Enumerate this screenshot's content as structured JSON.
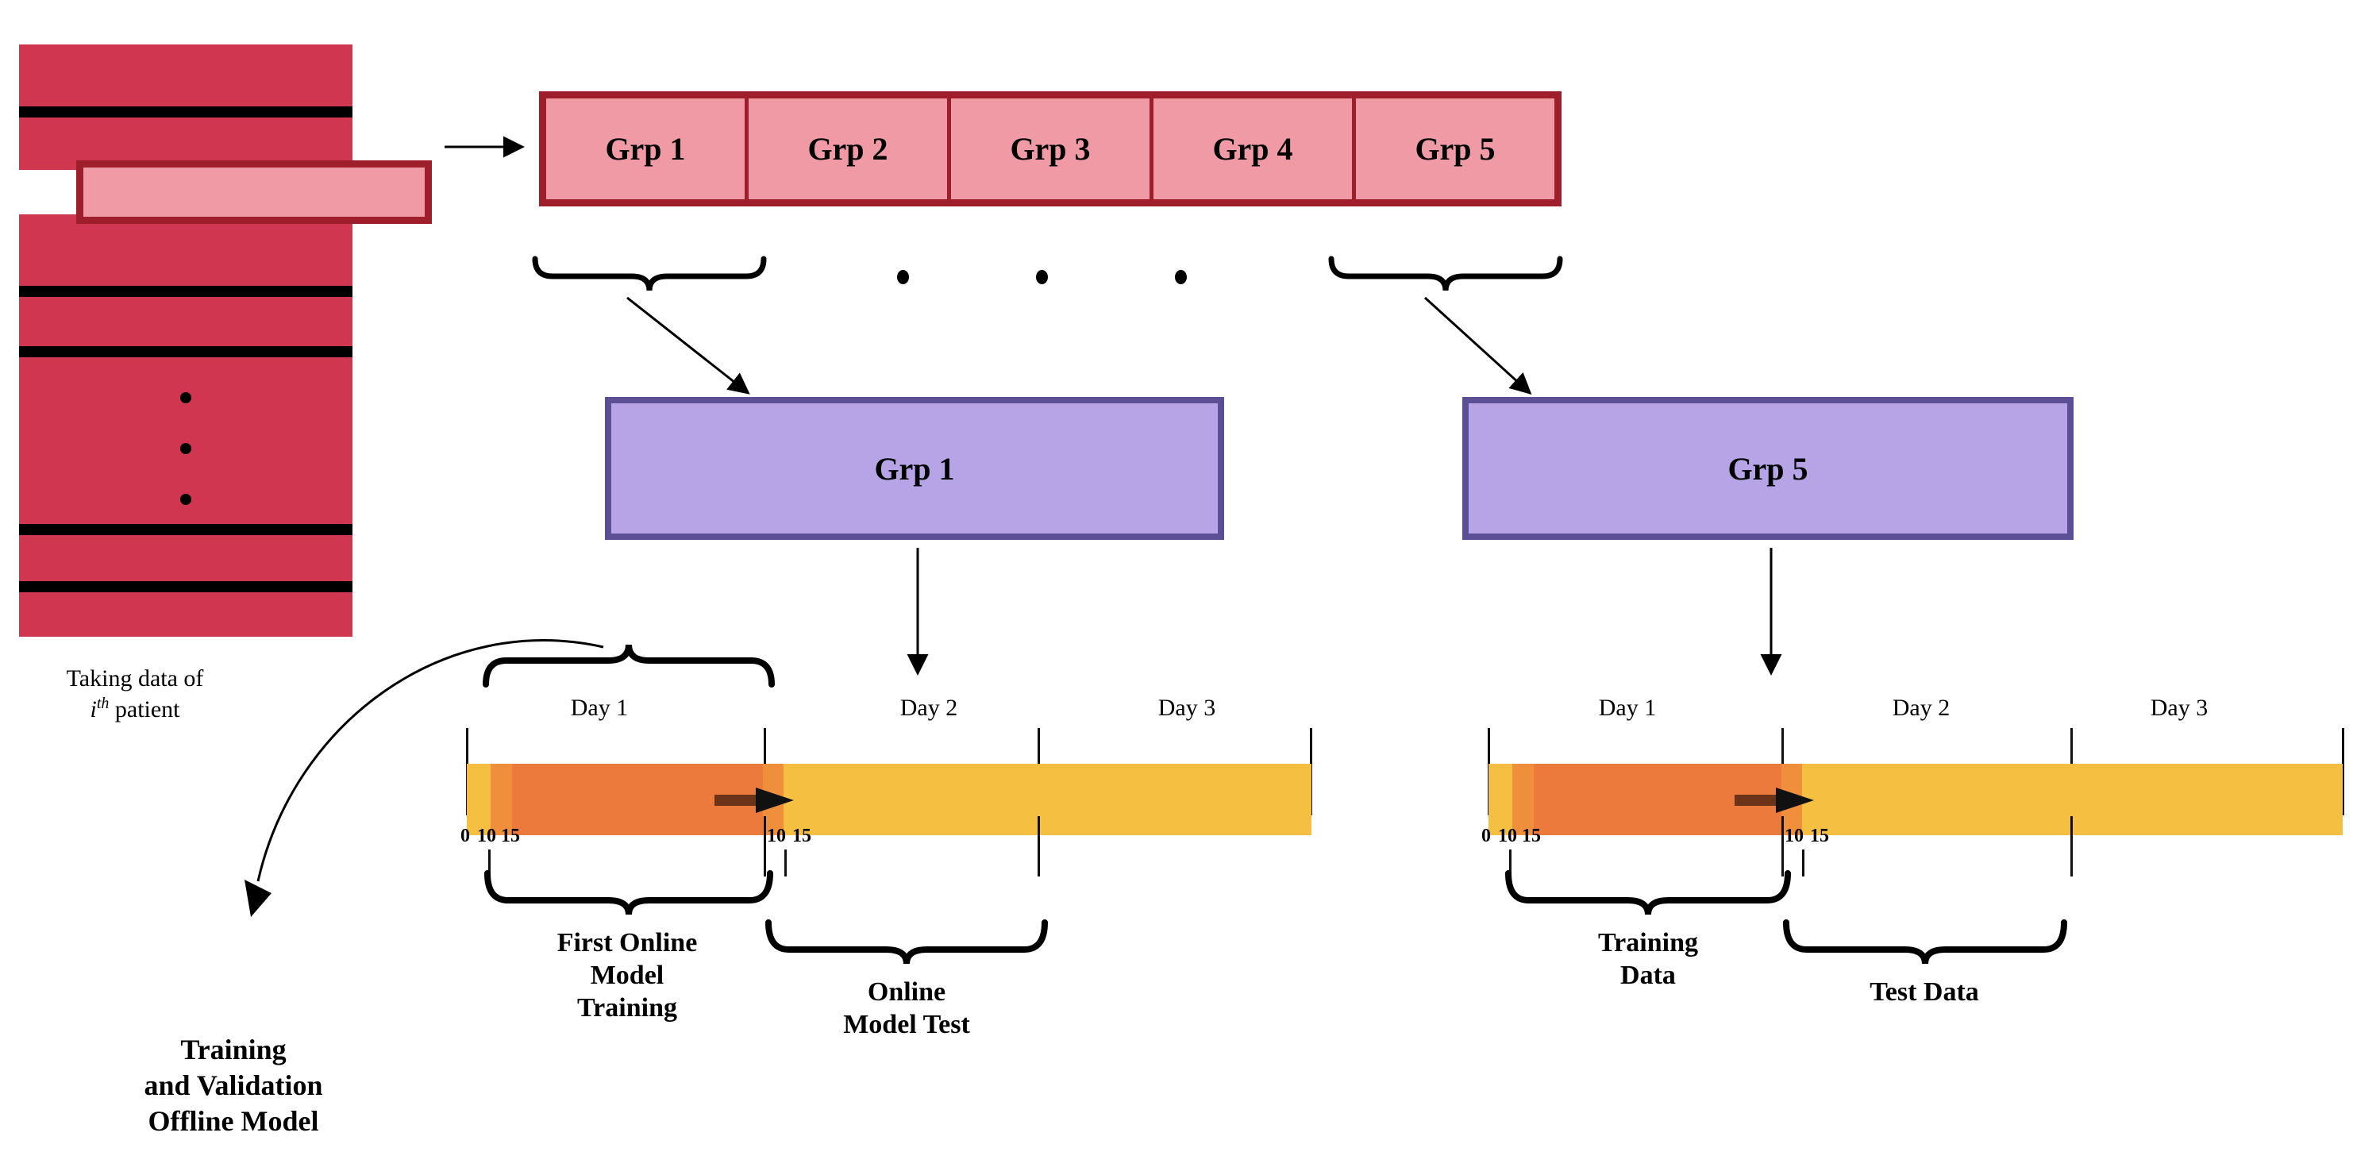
{
  "patient": {
    "caption_line1": "Taking data of",
    "caption_i": "i",
    "caption_sup": "th",
    "caption_line2": " patient"
  },
  "groups": {
    "labels": [
      "Grp 1",
      "Grp 2",
      "Grp 3",
      "Grp 4",
      "Grp 5"
    ],
    "fill": "#f09aa6",
    "border": "#9e1f2b"
  },
  "selected_groups": [
    {
      "label": "Grp 1"
    },
    {
      "label": "Grp 5"
    }
  ],
  "purple": {
    "fill": "#b6a4e6",
    "border": "#5c4f96"
  },
  "timelines": [
    {
      "id": "left",
      "days": [
        "Day 1",
        "Day 2",
        "Day 3"
      ],
      "ticks_left": [
        "0",
        "10",
        "15"
      ],
      "ticks_mid": [
        "10",
        "15"
      ],
      "brace_left_label": "First Online\nModel\nTraining",
      "brace_right_label": "Online\nModel Test"
    },
    {
      "id": "right",
      "days": [
        "Day 1",
        "Day 2",
        "Day 3"
      ],
      "ticks_left": [
        "0",
        "10",
        "15"
      ],
      "ticks_mid": [
        "10",
        "15"
      ],
      "brace_left_label": "Training\nData",
      "brace_right_label": "Test Data"
    }
  ],
  "offline": {
    "label_line1": "Training",
    "label_line2": "and Validation",
    "label_line3": "Offline Model"
  },
  "colors": {
    "red_band": "#d0364f",
    "pink": "#f09aa6",
    "dark_red": "#9e1f2b",
    "purple_fill": "#b6a4e6",
    "purple_border": "#5c4f96",
    "bar_yellow": "#f5bf42",
    "bar_orange_mid": "#ef8f3c",
    "bar_orange_dark": "#ec7a3c",
    "arrow_brown": "#6b3318"
  },
  "labels": {
    "day1": "Day 1",
    "day2": "Day 2",
    "day3": "Day 3"
  }
}
